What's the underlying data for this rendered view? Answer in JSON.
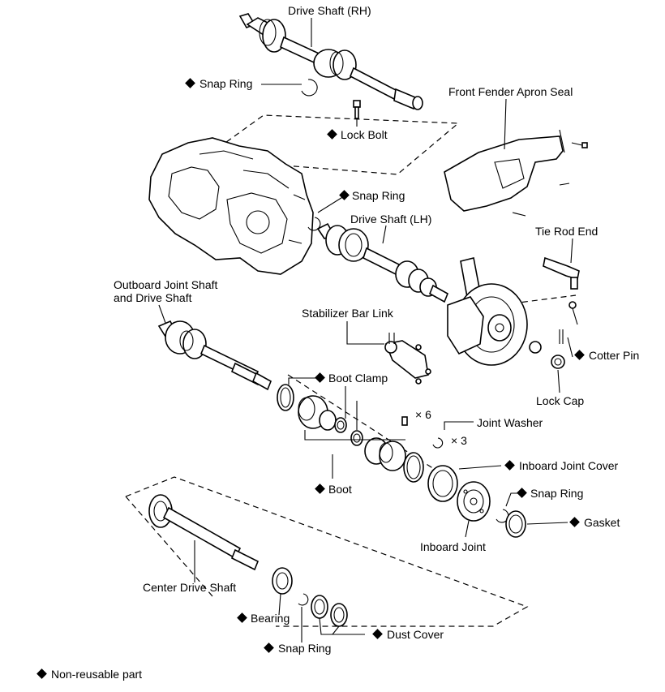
{
  "labels": {
    "drive_shaft_rh": "Drive Shaft (RH)",
    "snap_ring_top": "Snap Ring",
    "lock_bolt": "Lock Bolt",
    "front_fender_apron_seal": "Front Fender Apron Seal",
    "snap_ring_left": "Snap Ring",
    "drive_shaft_lh": "Drive Shaft (LH)",
    "tie_rod_end": "Tie Rod End",
    "outboard_line1": "Outboard Joint Shaft",
    "outboard_line2": "and Drive Shaft",
    "stabilizer_bar_link": "Stabilizer Bar Link",
    "cotter_pin": "Cotter Pin",
    "lock_cap": "Lock Cap",
    "boot_clamp": "Boot Clamp",
    "qty_6": "× 6",
    "joint_washer": "Joint Washer",
    "qty_3": "× 3",
    "inboard_joint_cover": "Inboard Joint Cover",
    "boot": "Boot",
    "snap_ring_right": "Snap Ring",
    "gasket": "Gasket",
    "inboard_joint": "Inboard Joint",
    "center_drive_shaft": "Center Drive Shaft",
    "bearing": "Bearing",
    "dust_cover": "Dust Cover",
    "snap_ring_bottom": "Snap Ring",
    "legend": "Non-reusable part"
  }
}
